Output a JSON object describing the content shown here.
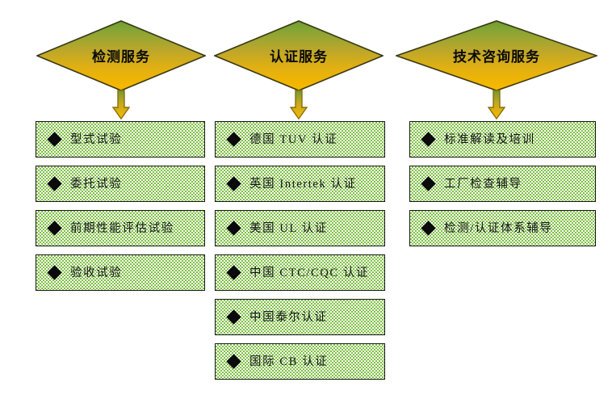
{
  "diagram": {
    "title": "",
    "colors": {
      "diamond_gradient_top": "#6f9b30",
      "diamond_gradient_bottom": "#f7bb00",
      "box_pattern_green": "#7ec143",
      "box_background": "#ffffff",
      "box_border": "#161616",
      "bullet": "#0a0a0a",
      "arrow_outline": "#8a6d0b",
      "text": "#151515"
    },
    "columns": [
      {
        "header": "检测服务",
        "header_icon": "diamond-shape",
        "arrow_icon": "down-arrow-icon",
        "items": [
          {
            "bullet": "◆",
            "label": "型式试验"
          },
          {
            "bullet": "◆",
            "label": "委托试验"
          },
          {
            "bullet": "◆",
            "label": "前期性能评估试验"
          },
          {
            "bullet": "◆",
            "label": "验收试验"
          }
        ]
      },
      {
        "header": "认证服务",
        "header_icon": "diamond-shape",
        "arrow_icon": "down-arrow-icon",
        "items": [
          {
            "bullet": "◆",
            "label": "德国 TUV 认证"
          },
          {
            "bullet": "◆",
            "label": "英国 Intertek 认证"
          },
          {
            "bullet": "◆",
            "label": "美国 UL 认证"
          },
          {
            "bullet": "◆",
            "label": "中国 CTC/CQC 认证"
          },
          {
            "bullet": "◆",
            "label": "中国泰尔认证"
          },
          {
            "bullet": "◆",
            "label": "国际 CB 认证"
          }
        ]
      },
      {
        "header": "技术咨询服务",
        "header_icon": "diamond-shape",
        "arrow_icon": "down-arrow-icon",
        "items": [
          {
            "bullet": "◆",
            "label": "标准解读及培训"
          },
          {
            "bullet": "◆",
            "label": "工厂检查辅导"
          },
          {
            "bullet": "◆",
            "label": "检测/认证体系辅导"
          }
        ]
      }
    ]
  }
}
